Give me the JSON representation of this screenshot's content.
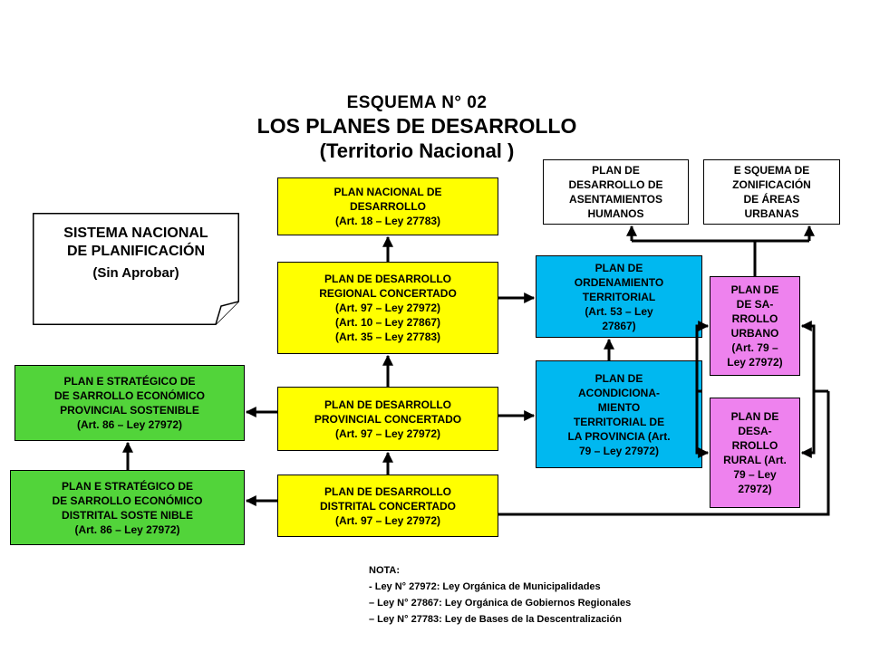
{
  "title": {
    "line1": "ESQUEMA N° 02",
    "line2": "LOS PLANES DE DESARROLLO",
    "line3": "(Territorio Nacional )"
  },
  "sidebar_note": {
    "line1": "SISTEMA NACIONAL",
    "line2": "DE PLANIFICACIÓN",
    "line3": "(Sin Aprobar)"
  },
  "boxes": {
    "nacional": [
      "PLAN NACIONAL DE",
      "DESARROLLO",
      "(Art. 18 – Ley 27783)"
    ],
    "regional": [
      "PLAN DE DESARROLLO",
      "REGIONAL CONCERTADO",
      "(Art. 97 – Ley 27972)",
      "(Art. 10 – Ley 27867)",
      "(Art. 35 – Ley 27783)"
    ],
    "provincial": [
      "PLAN DE DESARROLLO",
      "PROVINCIAL CONCERTADO",
      "(Art. 97 – Ley 27972)"
    ],
    "distrital": [
      "PLAN DE DESARROLLO",
      "DISTRITAL CONCERTADO",
      "(Art. 97 – Ley 27972)"
    ],
    "estrategico_provincial": [
      "PLAN E STRATÉGICO DE",
      "DE SARROLLO ECONÓMICO",
      "PROVINCIAL SOSTENIBLE",
      "(Art. 86 – Ley 27972)"
    ],
    "estrategico_distrital": [
      "PLAN E STRATÉGICO DE",
      "DE SARROLLO ECONÓMICO",
      "DISTRITAL SOSTE NIBLE",
      "(Art. 86 – Ley 27972)"
    ],
    "ordenamiento": [
      "PLAN DE",
      "ORDENAMIENTO",
      "TERRITORIAL",
      "(Art. 53 – Ley",
      "27867)"
    ],
    "acondicionamiento": [
      "PLAN DE",
      "ACONDICIONA-",
      "MIENTO",
      "TERRITORIAL DE",
      "LA PROVINCIA (Art.",
      "79 – Ley 27972)"
    ],
    "urbano": [
      "PLAN DE",
      "DE SA-",
      "RROLLO",
      "URBANO",
      "(Art. 79 –",
      "Ley 27972)"
    ],
    "rural": [
      "PLAN DE",
      "DESA-",
      "RROLLO",
      "RURAL (Art.",
      "79 – Ley",
      "27972)"
    ],
    "asentamientos": [
      "PLAN DE",
      "DESARROLLO DE",
      "ASENTAMIENTOS",
      "HUMANOS"
    ],
    "zonificacion": [
      "E SQUEMA DE",
      "ZONIFICACIÓN",
      "DE ÁREAS",
      "URBANAS"
    ]
  },
  "nota": {
    "heading": "NOTA:",
    "items": [
      "-  Ley N° 27972: Ley Orgánica de Municipalidades",
      "– Ley N° 27867: Ley Orgánica de Gobiernos Regionales",
      "– Ley N° 27783:  Ley de Bases de la Descentralización"
    ]
  },
  "colors": {
    "yellow": "#ffff00",
    "green": "#52d43a",
    "cyan": "#00b8f0",
    "pink": "#ee82ee",
    "line": "#000000"
  }
}
